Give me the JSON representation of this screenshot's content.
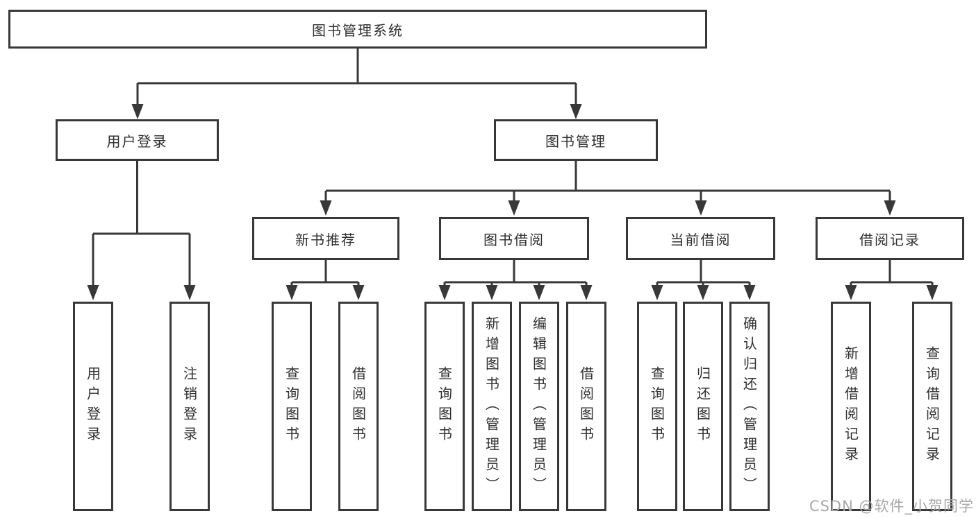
{
  "diagram": {
    "root": {
      "label": "图书管理系统"
    },
    "branches": [
      {
        "label": "用户登录",
        "children": [
          {
            "label": "用户登录"
          },
          {
            "label": "注销登录"
          }
        ]
      },
      {
        "label": "图书管理",
        "children": [
          {
            "label": "新书推荐",
            "children": [
              {
                "label": "查询图书"
              },
              {
                "label": "借阅图书"
              }
            ]
          },
          {
            "label": "图书借阅",
            "children": [
              {
                "label": "查询图书"
              },
              {
                "label": "新增图书（管理员）"
              },
              {
                "label": "编辑图书（管理员）"
              },
              {
                "label": "借阅图书"
              }
            ]
          },
          {
            "label": "当前借阅",
            "children": [
              {
                "label": "查询图书"
              },
              {
                "label": "归还图书"
              },
              {
                "label": "确认归还（管理员）"
              }
            ]
          },
          {
            "label": "借阅记录",
            "children": [
              {
                "label": "新增借阅记录"
              },
              {
                "label": "查询借阅记录"
              }
            ]
          }
        ]
      }
    ]
  },
  "watermark": {
    "text": "CSDN @软件_小贺同学"
  },
  "colors": {
    "line": "#383838",
    "box_border": "#383838",
    "box_fill": "#ffffff",
    "text": "#2f2f2f",
    "watermark": "#a8a8a8",
    "background": "#ffffff"
  }
}
